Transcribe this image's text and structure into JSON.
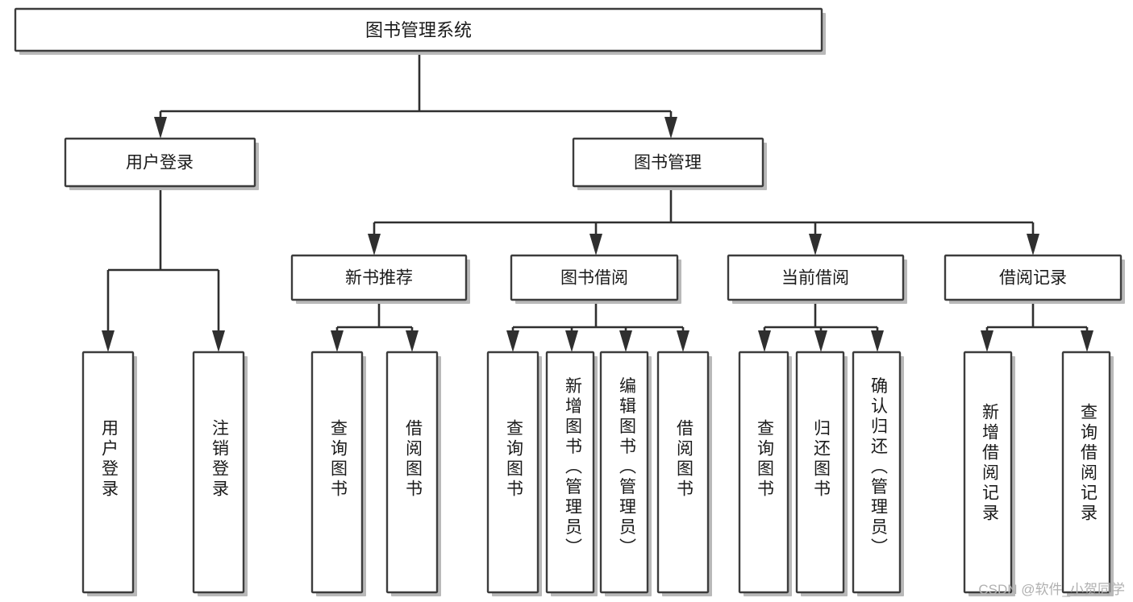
{
  "diagram": {
    "type": "tree-hierarchy-diagram",
    "title": "图书管理系统",
    "watermark": "CSDN @软件_小贺同学",
    "colors": {
      "background": "#ffffff",
      "box_stroke": "#3c3c3c",
      "box_fill": "#ffffff",
      "connector": "#2f2f2f",
      "shadow": "#b9b9b9",
      "text": "#1a1a1a",
      "watermark": "#b0b0b0"
    },
    "levels": {
      "root": {
        "label": "图书管理系统"
      },
      "level2": [
        {
          "label": "用户登录"
        },
        {
          "label": "图书管理"
        }
      ],
      "level3": [
        {
          "label": "新书推荐"
        },
        {
          "label": "图书借阅"
        },
        {
          "label": "当前借阅"
        },
        {
          "label": "借阅记录"
        }
      ],
      "leaves": {
        "user_login": [
          {
            "label": "用户登录"
          },
          {
            "label": "注销登录"
          }
        ],
        "new_book_recommend": [
          {
            "label": "查询图书"
          },
          {
            "label": "借阅图书"
          }
        ],
        "book_borrow": [
          {
            "label": "查询图书"
          },
          {
            "label": "新增图书（管理员）"
          },
          {
            "label": "编辑图书（管理员）"
          },
          {
            "label": "借阅图书"
          }
        ],
        "current_borrow": [
          {
            "label": "查询图书"
          },
          {
            "label": "归还图书"
          },
          {
            "label": "确认归还（管理员）"
          }
        ],
        "borrow_record": [
          {
            "label": "新增借阅记录"
          },
          {
            "label": "查询借阅记录"
          }
        ]
      }
    }
  }
}
